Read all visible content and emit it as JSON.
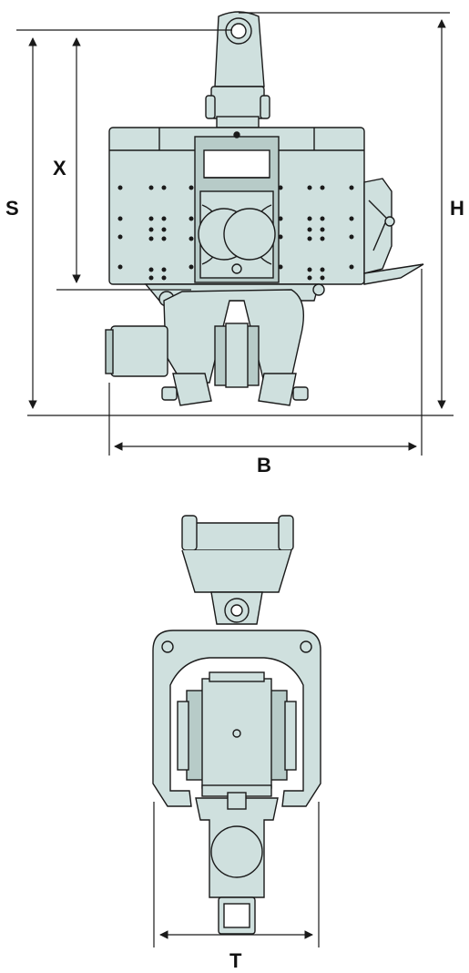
{
  "diagram": {
    "colors": {
      "body_fill": "#cfe0de",
      "body_fill_dark": "#b7cbc8",
      "line": "#1a1a1a",
      "background": "#ffffff"
    },
    "front_view": {
      "dimensions": {
        "s": "S",
        "x": "X",
        "h": "H",
        "b": "B"
      }
    },
    "top_view": {
      "dimensions": {
        "t": "T"
      }
    }
  }
}
